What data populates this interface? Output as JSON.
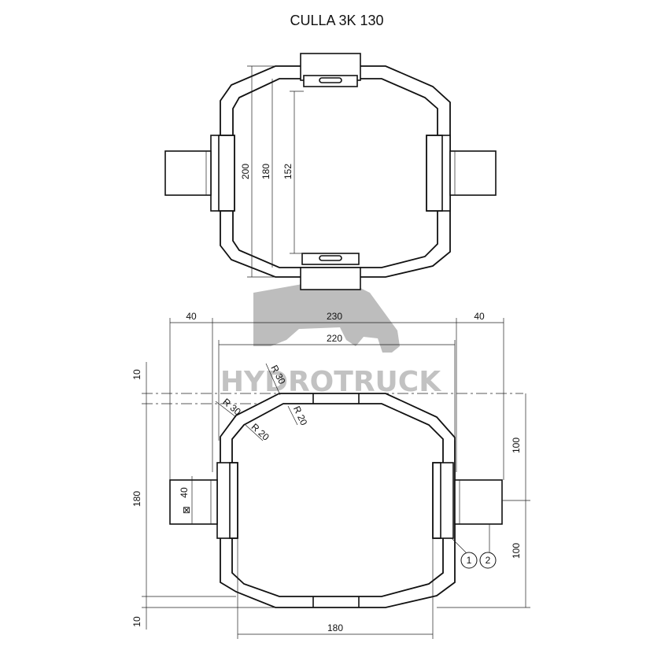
{
  "title": "CULLA 3K 130",
  "watermark": {
    "text": "HYDROTRUCK",
    "color": "#c2c2c2"
  },
  "top_view": {
    "dims": {
      "d200": "200",
      "d180": "180",
      "d152": "152"
    }
  },
  "bottom_view": {
    "dims": {
      "left40": "40",
      "width230": "230",
      "right40": "40",
      "width220": "220",
      "top10": "10",
      "bottom10": "10",
      "height180": "180",
      "upper100": "100",
      "lower100": "100",
      "bottom180": "180",
      "pin40": "40",
      "pin_symbol": "⊠",
      "r30_top": "R 30",
      "r30_left": "R 30",
      "r20_top": "R 20",
      "r20_left": "R 20"
    },
    "callouts": [
      "1",
      "2"
    ]
  }
}
